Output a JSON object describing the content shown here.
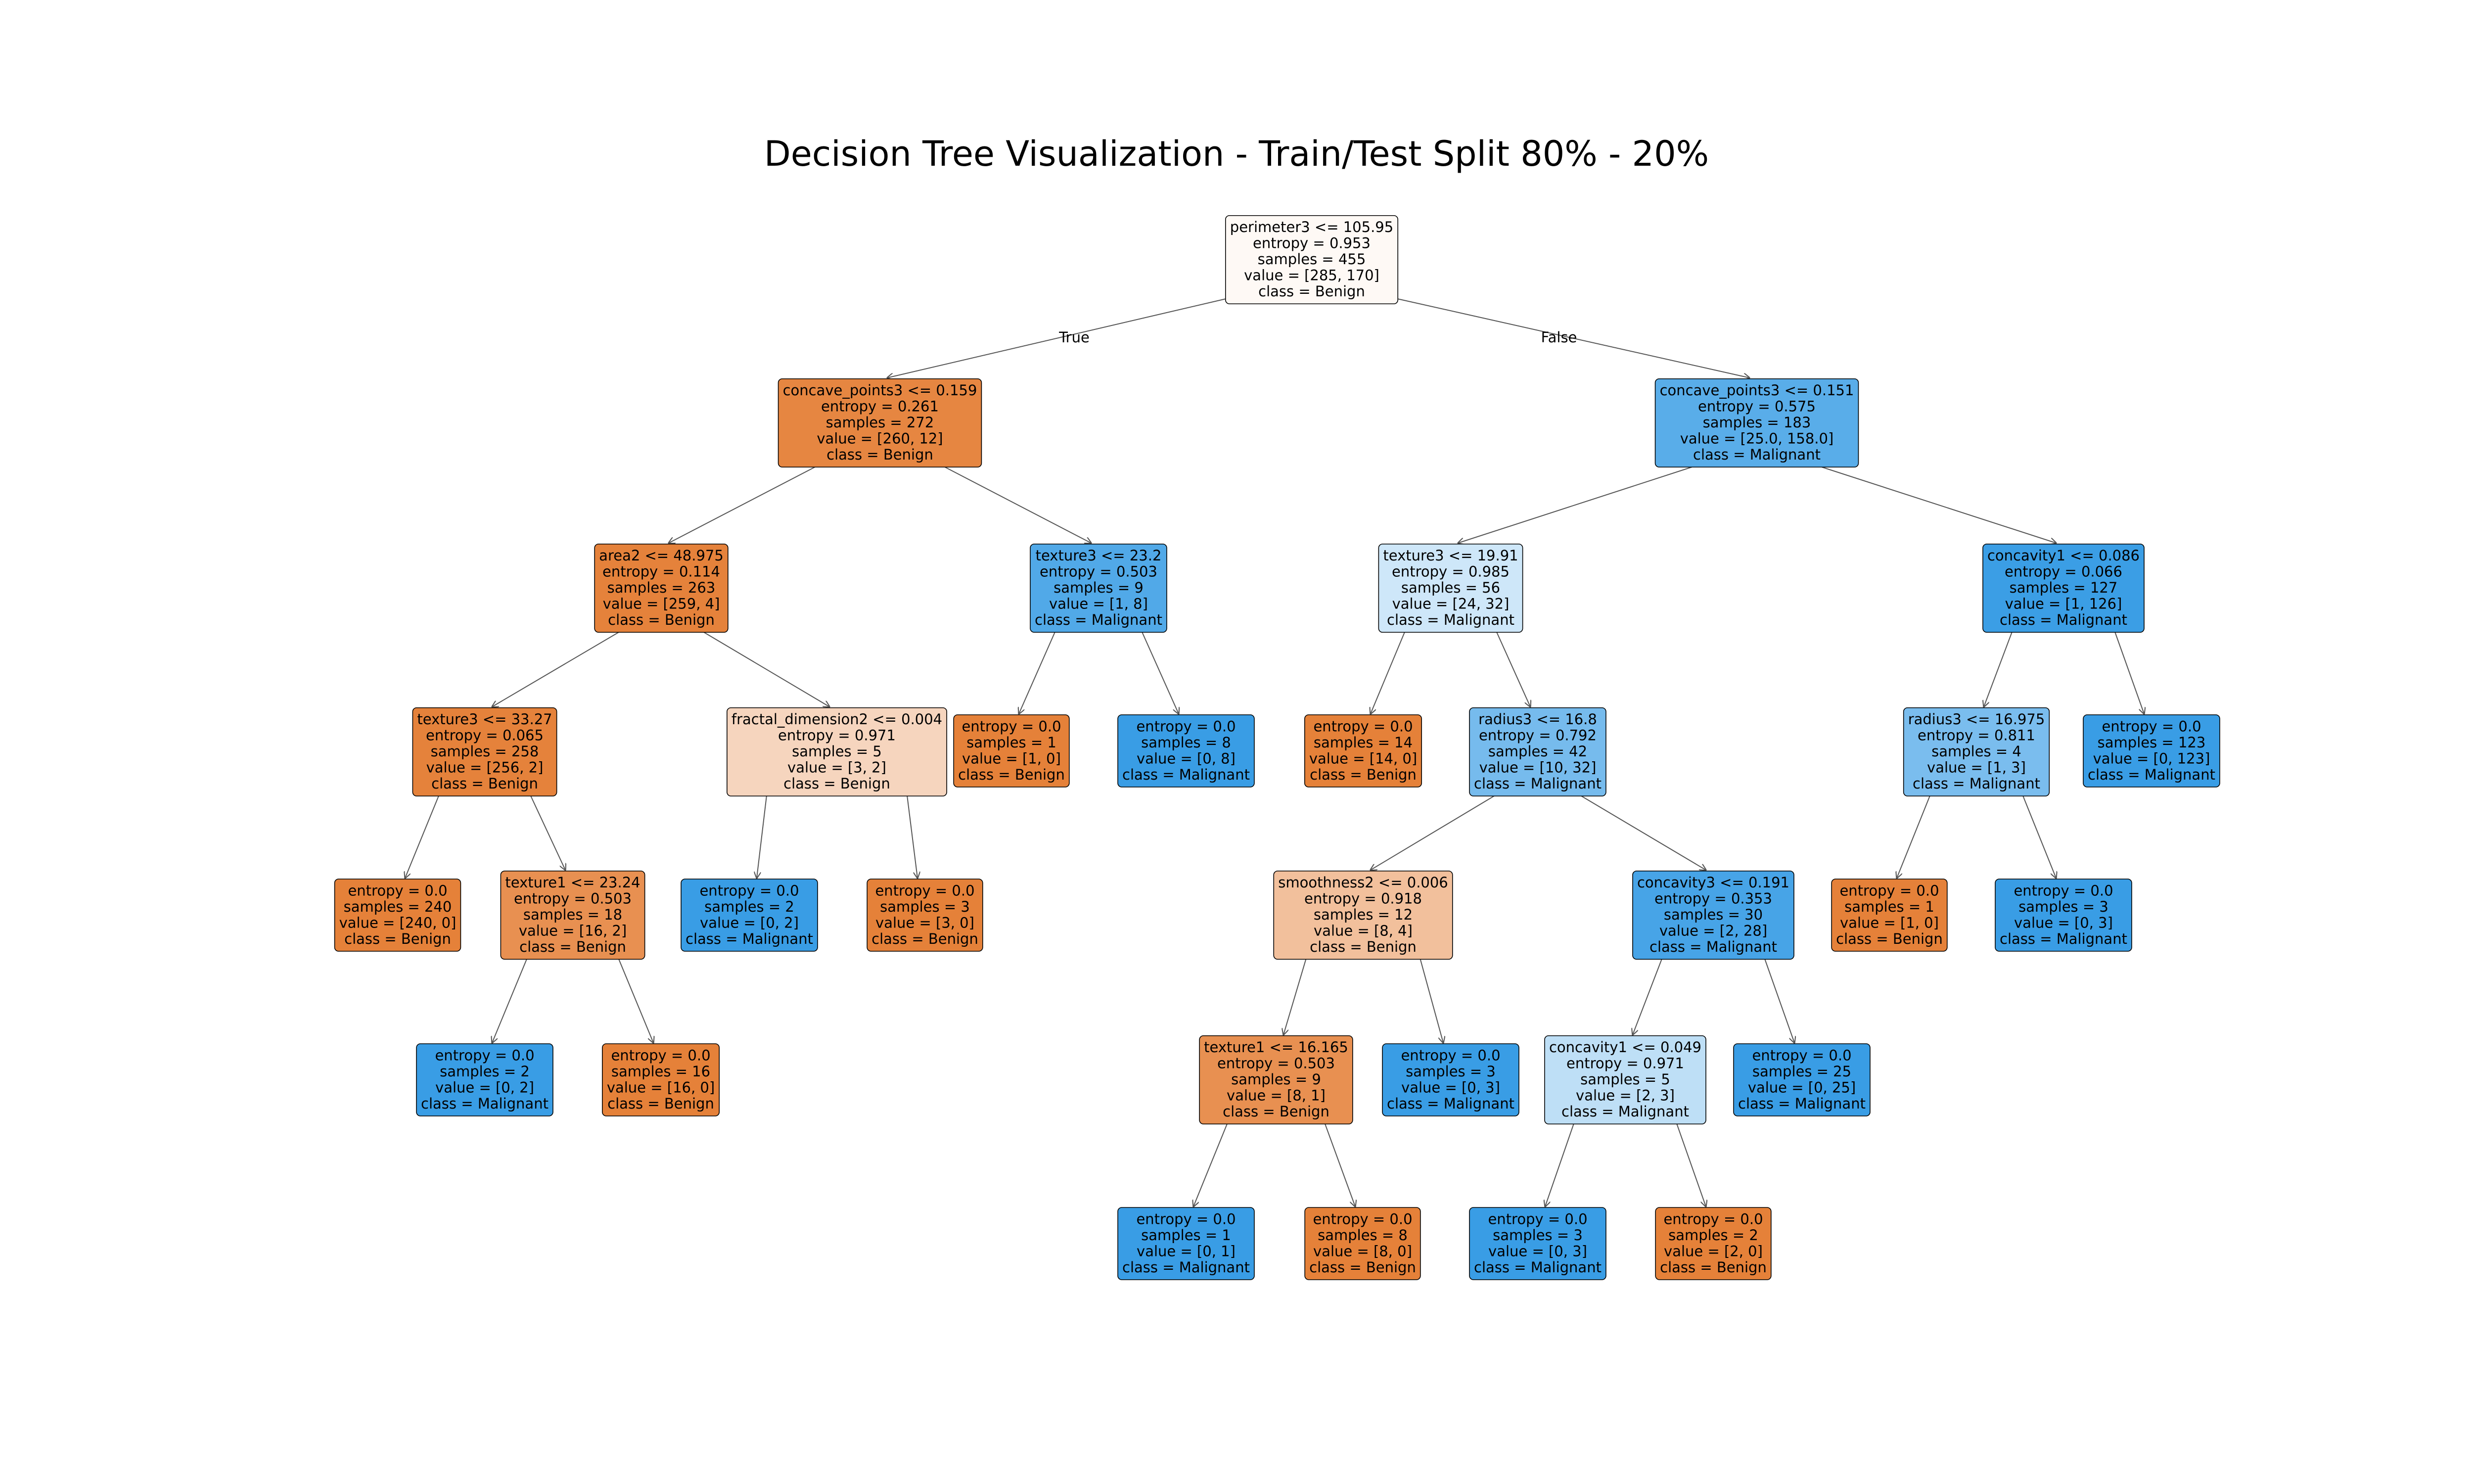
{
  "title": "Decision Tree Visualization - Train/Test Split 80% - 20%",
  "colors": {
    "benign": "#e58139",
    "malignant": "#399de5",
    "white": "#ffffff",
    "edge": "#555555",
    "border": "#000000"
  },
  "edge_labels": {
    "left": "True",
    "right": "False"
  },
  "tree": {
    "nodes": [
      {
        "id": "n0",
        "lines": [
          "perimeter3 <= 105.95",
          "entropy = 0.953",
          "samples = 455",
          "value = [285, 170]",
          "class = Benign"
        ],
        "cls": "Benign",
        "purity": 0.05
      },
      {
        "id": "n1",
        "lines": [
          "concave_points3 <= 0.159",
          "entropy = 0.261",
          "samples = 272",
          "value = [260, 12]",
          "class = Benign"
        ],
        "cls": "Benign",
        "purity": 0.96
      },
      {
        "id": "n2",
        "lines": [
          "area2 <= 48.975",
          "entropy = 0.114",
          "samples = 263",
          "value = [259, 4]",
          "class = Benign"
        ],
        "cls": "Benign",
        "purity": 0.99
      },
      {
        "id": "n3",
        "lines": [
          "texture3 <= 33.27",
          "entropy = 0.065",
          "samples = 258",
          "value = [256, 2]",
          "class = Benign"
        ],
        "cls": "Benign",
        "purity": 0.99
      },
      {
        "id": "n4",
        "lines": [
          "entropy = 0.0",
          "samples = 240",
          "value = [240, 0]",
          "class = Benign"
        ],
        "cls": "Benign",
        "purity": 1.0
      },
      {
        "id": "n5",
        "lines": [
          "texture1 <= 23.24",
          "entropy = 0.503",
          "samples = 18",
          "value = [16, 2]",
          "class = Benign"
        ],
        "cls": "Benign",
        "purity": 0.88
      },
      {
        "id": "n6",
        "lines": [
          "entropy = 0.0",
          "samples = 2",
          "value = [0, 2]",
          "class = Malignant"
        ],
        "cls": "Malignant",
        "purity": 1.0
      },
      {
        "id": "n7",
        "lines": [
          "entropy = 0.0",
          "samples = 16",
          "value = [16, 0]",
          "class = Benign"
        ],
        "cls": "Benign",
        "purity": 1.0
      },
      {
        "id": "n8",
        "lines": [
          "fractal_dimension2 <= 0.004",
          "entropy = 0.971",
          "samples = 5",
          "value = [3, 2]",
          "class = Benign"
        ],
        "cls": "Benign",
        "purity": 0.33
      },
      {
        "id": "n9",
        "lines": [
          "entropy = 0.0",
          "samples = 2",
          "value = [0, 2]",
          "class = Malignant"
        ],
        "cls": "Malignant",
        "purity": 1.0
      },
      {
        "id": "n10",
        "lines": [
          "entropy = 0.0",
          "samples = 3",
          "value = [3, 0]",
          "class = Benign"
        ],
        "cls": "Benign",
        "purity": 1.0
      },
      {
        "id": "n11",
        "lines": [
          "texture3 <= 23.2",
          "entropy = 0.503",
          "samples = 9",
          "value = [1, 8]",
          "class = Malignant"
        ],
        "cls": "Malignant",
        "purity": 0.88
      },
      {
        "id": "n12",
        "lines": [
          "entropy = 0.0",
          "samples = 1",
          "value = [1, 0]",
          "class = Benign"
        ],
        "cls": "Benign",
        "purity": 1.0
      },
      {
        "id": "n13",
        "lines": [
          "entropy = 0.0",
          "samples = 8",
          "value = [0, 8]",
          "class = Malignant"
        ],
        "cls": "Malignant",
        "purity": 1.0
      },
      {
        "id": "n14",
        "lines": [
          "concave_points3 <= 0.151",
          "entropy = 0.575",
          "samples = 183",
          "value = [25.0, 158.0]",
          "class = Malignant"
        ],
        "cls": "Malignant",
        "purity": 0.84
      },
      {
        "id": "n15",
        "lines": [
          "texture3 <= 19.91",
          "entropy = 0.985",
          "samples = 56",
          "value = [24, 32]",
          "class = Malignant"
        ],
        "cls": "Malignant",
        "purity": 0.25
      },
      {
        "id": "n16",
        "lines": [
          "entropy = 0.0",
          "samples = 14",
          "value = [14, 0]",
          "class = Benign"
        ],
        "cls": "Benign",
        "purity": 1.0
      },
      {
        "id": "n17",
        "lines": [
          "radius3 <= 16.8",
          "entropy = 0.792",
          "samples = 42",
          "value = [10, 32]",
          "class = Malignant"
        ],
        "cls": "Malignant",
        "purity": 0.69
      },
      {
        "id": "n18",
        "lines": [
          "smoothness2 <= 0.006",
          "entropy = 0.918",
          "samples = 12",
          "value = [8, 4]",
          "class = Benign"
        ],
        "cls": "Benign",
        "purity": 0.5
      },
      {
        "id": "n19",
        "lines": [
          "texture1 <= 16.165",
          "entropy = 0.503",
          "samples = 9",
          "value = [8, 1]",
          "class = Benign"
        ],
        "cls": "Benign",
        "purity": 0.88
      },
      {
        "id": "n20",
        "lines": [
          "entropy = 0.0",
          "samples = 1",
          "value = [0, 1]",
          "class = Malignant"
        ],
        "cls": "Malignant",
        "purity": 1.0
      },
      {
        "id": "n21",
        "lines": [
          "entropy = 0.0",
          "samples = 8",
          "value = [8, 0]",
          "class = Benign"
        ],
        "cls": "Benign",
        "purity": 1.0
      },
      {
        "id": "n22",
        "lines": [
          "entropy = 0.0",
          "samples = 3",
          "value = [0, 3]",
          "class = Malignant"
        ],
        "cls": "Malignant",
        "purity": 1.0
      },
      {
        "id": "n23",
        "lines": [
          "concavity3 <= 0.191",
          "entropy = 0.353",
          "samples = 30",
          "value = [2, 28]",
          "class = Malignant"
        ],
        "cls": "Malignant",
        "purity": 0.93
      },
      {
        "id": "n24",
        "lines": [
          "concavity1 <= 0.049",
          "entropy = 0.971",
          "samples = 5",
          "value = [2, 3]",
          "class = Malignant"
        ],
        "cls": "Malignant",
        "purity": 0.33
      },
      {
        "id": "n25",
        "lines": [
          "entropy = 0.0",
          "samples = 3",
          "value = [0, 3]",
          "class = Malignant"
        ],
        "cls": "Malignant",
        "purity": 1.0
      },
      {
        "id": "n26",
        "lines": [
          "entropy = 0.0",
          "samples = 2",
          "value = [2, 0]",
          "class = Benign"
        ],
        "cls": "Benign",
        "purity": 1.0
      },
      {
        "id": "n27",
        "lines": [
          "entropy = 0.0",
          "samples = 25",
          "value = [0, 25]",
          "class = Malignant"
        ],
        "cls": "Malignant",
        "purity": 1.0
      },
      {
        "id": "n28",
        "lines": [
          "concavity1 <= 0.086",
          "entropy = 0.066",
          "samples = 127",
          "value = [1, 126]",
          "class = Malignant"
        ],
        "cls": "Malignant",
        "purity": 0.99
      },
      {
        "id": "n29",
        "lines": [
          "radius3 <= 16.975",
          "entropy = 0.811",
          "samples = 4",
          "value = [1, 3]",
          "class = Malignant"
        ],
        "cls": "Malignant",
        "purity": 0.67
      },
      {
        "id": "n30",
        "lines": [
          "entropy = 0.0",
          "samples = 1",
          "value = [1, 0]",
          "class = Benign"
        ],
        "cls": "Benign",
        "purity": 1.0
      },
      {
        "id": "n31",
        "lines": [
          "entropy = 0.0",
          "samples = 3",
          "value = [0, 3]",
          "class = Malignant"
        ],
        "cls": "Malignant",
        "purity": 1.0
      },
      {
        "id": "n32",
        "lines": [
          "entropy = 0.0",
          "samples = 123",
          "value = [0, 123]",
          "class = Malignant"
        ],
        "cls": "Malignant",
        "purity": 1.0
      }
    ],
    "edges": [
      [
        "n0",
        "n1"
      ],
      [
        "n0",
        "n14"
      ],
      [
        "n1",
        "n2"
      ],
      [
        "n1",
        "n11"
      ],
      [
        "n2",
        "n3"
      ],
      [
        "n2",
        "n8"
      ],
      [
        "n3",
        "n4"
      ],
      [
        "n3",
        "n5"
      ],
      [
        "n5",
        "n6"
      ],
      [
        "n5",
        "n7"
      ],
      [
        "n8",
        "n9"
      ],
      [
        "n8",
        "n10"
      ],
      [
        "n11",
        "n12"
      ],
      [
        "n11",
        "n13"
      ],
      [
        "n14",
        "n15"
      ],
      [
        "n14",
        "n28"
      ],
      [
        "n15",
        "n16"
      ],
      [
        "n15",
        "n17"
      ],
      [
        "n17",
        "n18"
      ],
      [
        "n17",
        "n23"
      ],
      [
        "n18",
        "n19"
      ],
      [
        "n18",
        "n22"
      ],
      [
        "n19",
        "n20"
      ],
      [
        "n19",
        "n21"
      ],
      [
        "n23",
        "n24"
      ],
      [
        "n23",
        "n27"
      ],
      [
        "n24",
        "n25"
      ],
      [
        "n24",
        "n26"
      ],
      [
        "n28",
        "n29"
      ],
      [
        "n28",
        "n32"
      ],
      [
        "n29",
        "n30"
      ],
      [
        "n29",
        "n31"
      ]
    ]
  }
}
